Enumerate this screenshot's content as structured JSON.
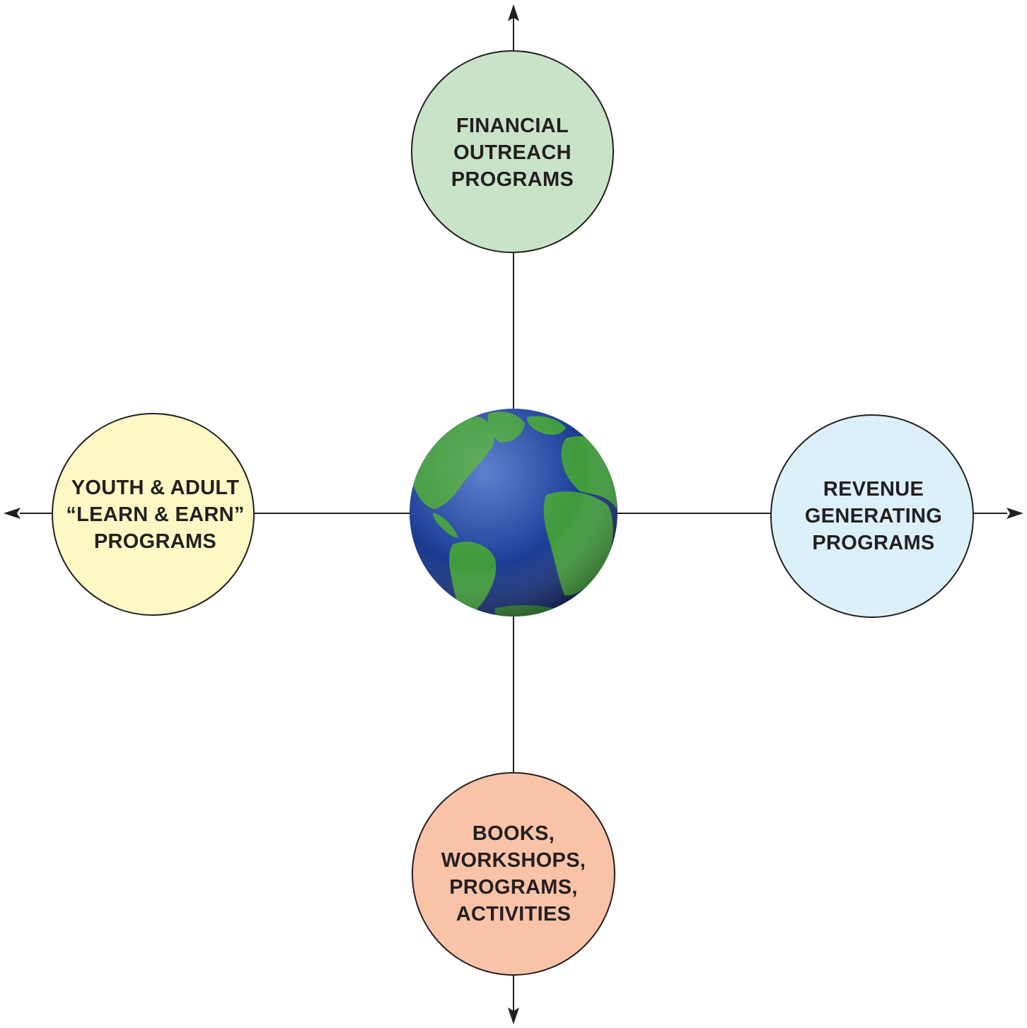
{
  "colors": {
    "stroke": "#231f20",
    "financial_fill": "#c9e3c8",
    "learn_earn_fill": "#fdf8c4",
    "revenue_fill": "#dcf0f9",
    "books_fill": "#f9c3a8",
    "globe_ocean": "#1b3a8f",
    "globe_land": "#3f9a3c"
  },
  "nodes": {
    "top": {
      "lines": [
        "FINANCIAL",
        "OUTREACH",
        "PROGRAMS"
      ]
    },
    "left": {
      "lines": [
        "YOUTH & ADULT",
        "“LEARN & EARN”",
        "PROGRAMS"
      ]
    },
    "right": {
      "lines": [
        "REVENUE",
        "GENERATING",
        "PROGRAMS"
      ]
    },
    "bottom": {
      "lines": [
        "BOOKS,",
        "WORKSHOPS,",
        "PROGRAMS,",
        "ACTIVITIES"
      ]
    }
  },
  "center": {
    "icon": "globe-icon"
  }
}
